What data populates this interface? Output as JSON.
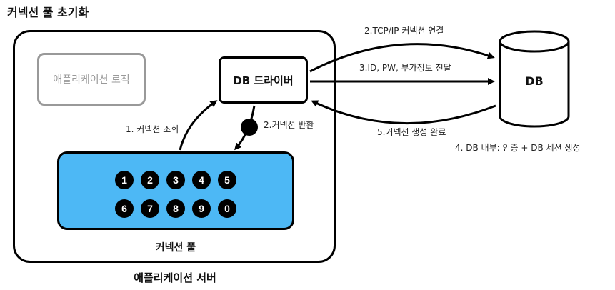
{
  "title": "커넥션 풀 초기화",
  "app_server_label": "애플리케이션 서버",
  "app_logic_label": "애플리케이션 로직",
  "db_driver_label": "DB 드라이버",
  "pool_label": "커넥션 풀",
  "db_label": "DB",
  "connections_row1": [
    "1",
    "2",
    "3",
    "4",
    "5"
  ],
  "connections_row2": [
    "6",
    "7",
    "8",
    "9",
    "0"
  ],
  "steps": {
    "lookup": "1. 커넥션 조회",
    "return": "2.커넥션 반환",
    "tcp": "2.TCP/IP 커넥션 연결",
    "credentials": "3.ID, PW, 부가정보 전달",
    "db_internal": "4. DB 내부: 인증 + DB 세션 생성",
    "complete": "5.커넥션 생성 완료"
  },
  "colors": {
    "pool_fill": "#4db8f5",
    "logic_border": "#999999",
    "stroke": "#000000"
  }
}
